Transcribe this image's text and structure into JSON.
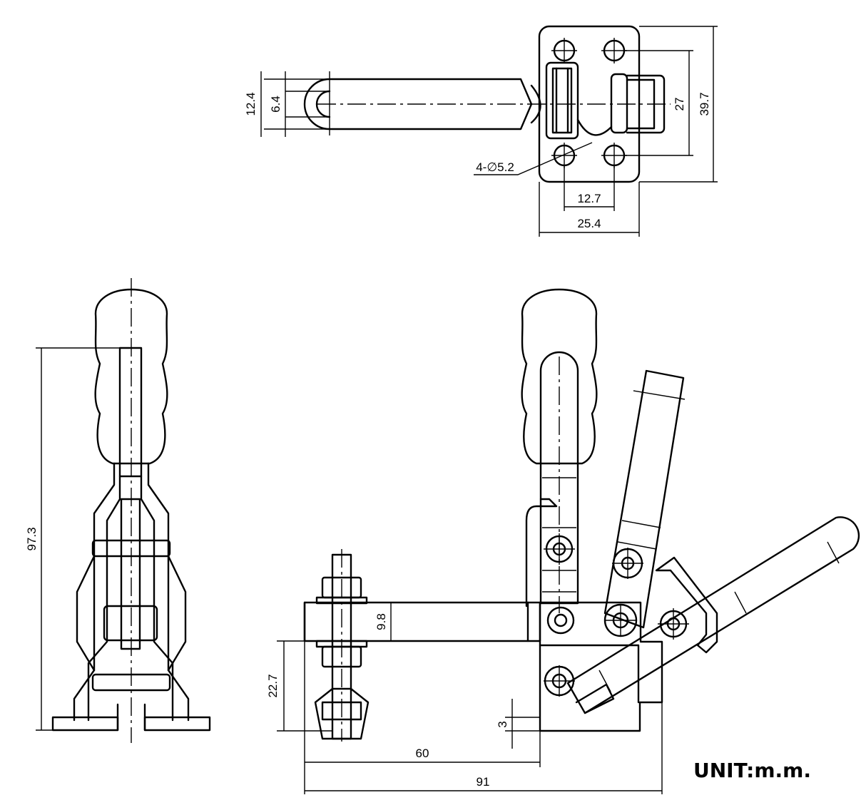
{
  "units_label": "UNIT:m.m.",
  "colors": {
    "line": "#000000",
    "background": "#ffffff"
  },
  "dimensions": {
    "top_handle_outer": "12.4",
    "top_handle_inner": "6.4",
    "base_hole_spacing_vertical": "27",
    "base_height": "39.7",
    "hole_callout": "4-∅5.2",
    "base_hole_spacing_horizontal": "12.7",
    "base_width": "25.4",
    "side_height": "97.3",
    "arm_thickness": "9.8",
    "spindle_height": "22.7",
    "base_plate": "3",
    "reach": "60",
    "overall_length": "91"
  }
}
